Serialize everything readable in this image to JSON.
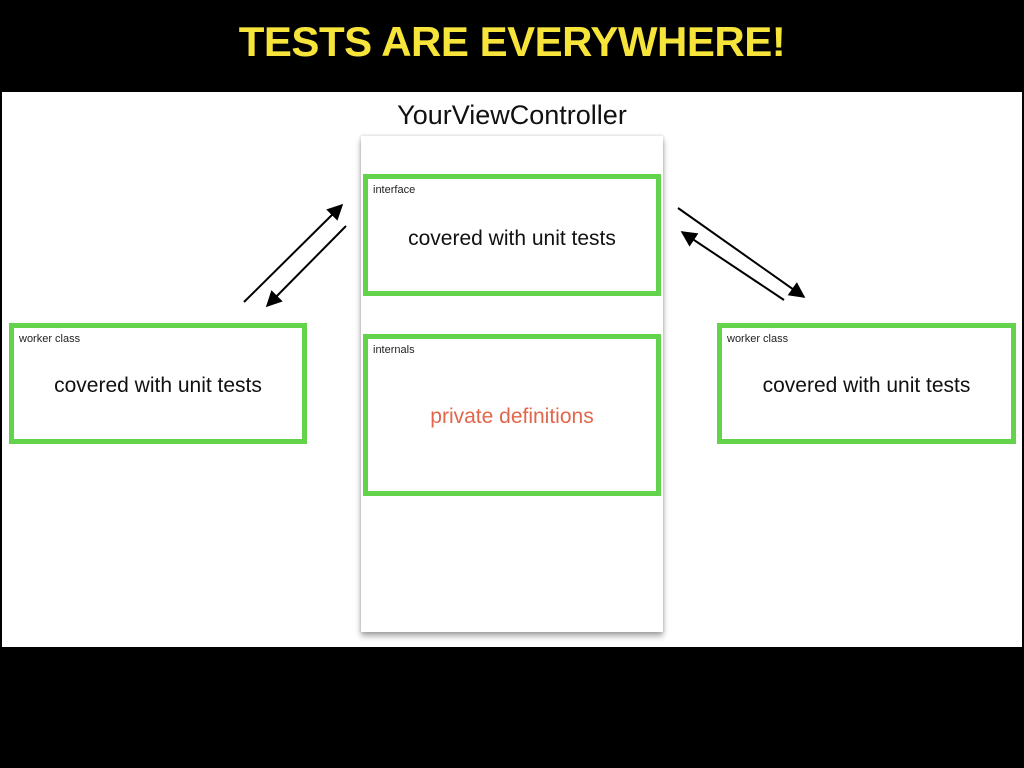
{
  "slide": {
    "title": "TESTS ARE EVERYWHERE!",
    "title_color": "#f7e43a",
    "background": "#000000"
  },
  "diagram": {
    "view_controller": {
      "title": "YourViewController",
      "interface": {
        "label": "interface",
        "text": "covered with unit tests"
      },
      "internals": {
        "label": "internals",
        "text": "private definitions",
        "text_color": "#e2664a"
      }
    },
    "left_worker": {
      "label": "worker class",
      "text": "covered with unit tests"
    },
    "right_worker": {
      "label": "worker class",
      "text": "covered with unit tests"
    },
    "box_border_color": "#62d34a",
    "connections": [
      {
        "from": "left_worker",
        "to": "interface",
        "direction": "bidirectional-pair"
      },
      {
        "from": "interface",
        "to": "right_worker",
        "direction": "bidirectional-pair"
      }
    ]
  }
}
